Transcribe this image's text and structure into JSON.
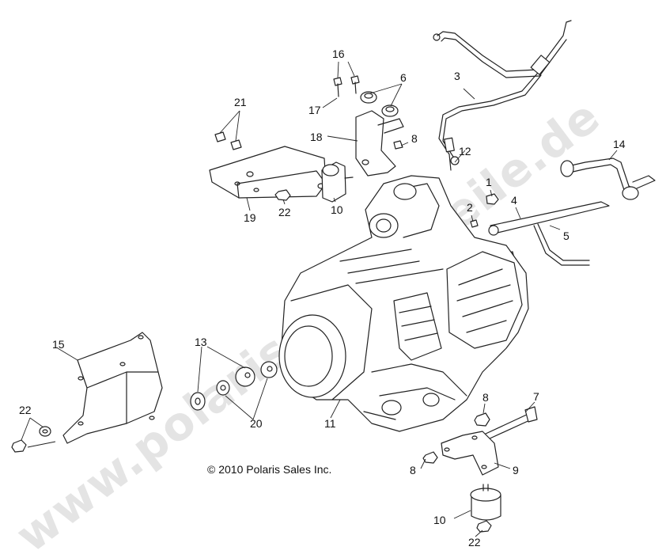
{
  "diagram": {
    "callouts": [
      {
        "id": "16",
        "label": "16"
      },
      {
        "id": "6",
        "label": "6"
      },
      {
        "id": "3",
        "label": "3"
      },
      {
        "id": "21",
        "label": "21"
      },
      {
        "id": "17",
        "label": "17"
      },
      {
        "id": "18",
        "label": "18"
      },
      {
        "id": "8a",
        "label": "8"
      },
      {
        "id": "12",
        "label": "12"
      },
      {
        "id": "14",
        "label": "14"
      },
      {
        "id": "1",
        "label": "1"
      },
      {
        "id": "2",
        "label": "2"
      },
      {
        "id": "4",
        "label": "4"
      },
      {
        "id": "5",
        "label": "5"
      },
      {
        "id": "19",
        "label": "19"
      },
      {
        "id": "22a",
        "label": "22"
      },
      {
        "id": "10a",
        "label": "10"
      },
      {
        "id": "15",
        "label": "15"
      },
      {
        "id": "13",
        "label": "13"
      },
      {
        "id": "22b",
        "label": "22"
      },
      {
        "id": "20",
        "label": "20"
      },
      {
        "id": "11",
        "label": "11"
      },
      {
        "id": "8b",
        "label": "8"
      },
      {
        "id": "7",
        "label": "7"
      },
      {
        "id": "8c",
        "label": "8"
      },
      {
        "id": "9",
        "label": "9"
      },
      {
        "id": "10b",
        "label": "10"
      },
      {
        "id": "22c",
        "label": "22"
      }
    ],
    "copyright": "© 2010 Polaris Sales Inc.",
    "watermark": "www.polaris-ersatzteile.de"
  }
}
